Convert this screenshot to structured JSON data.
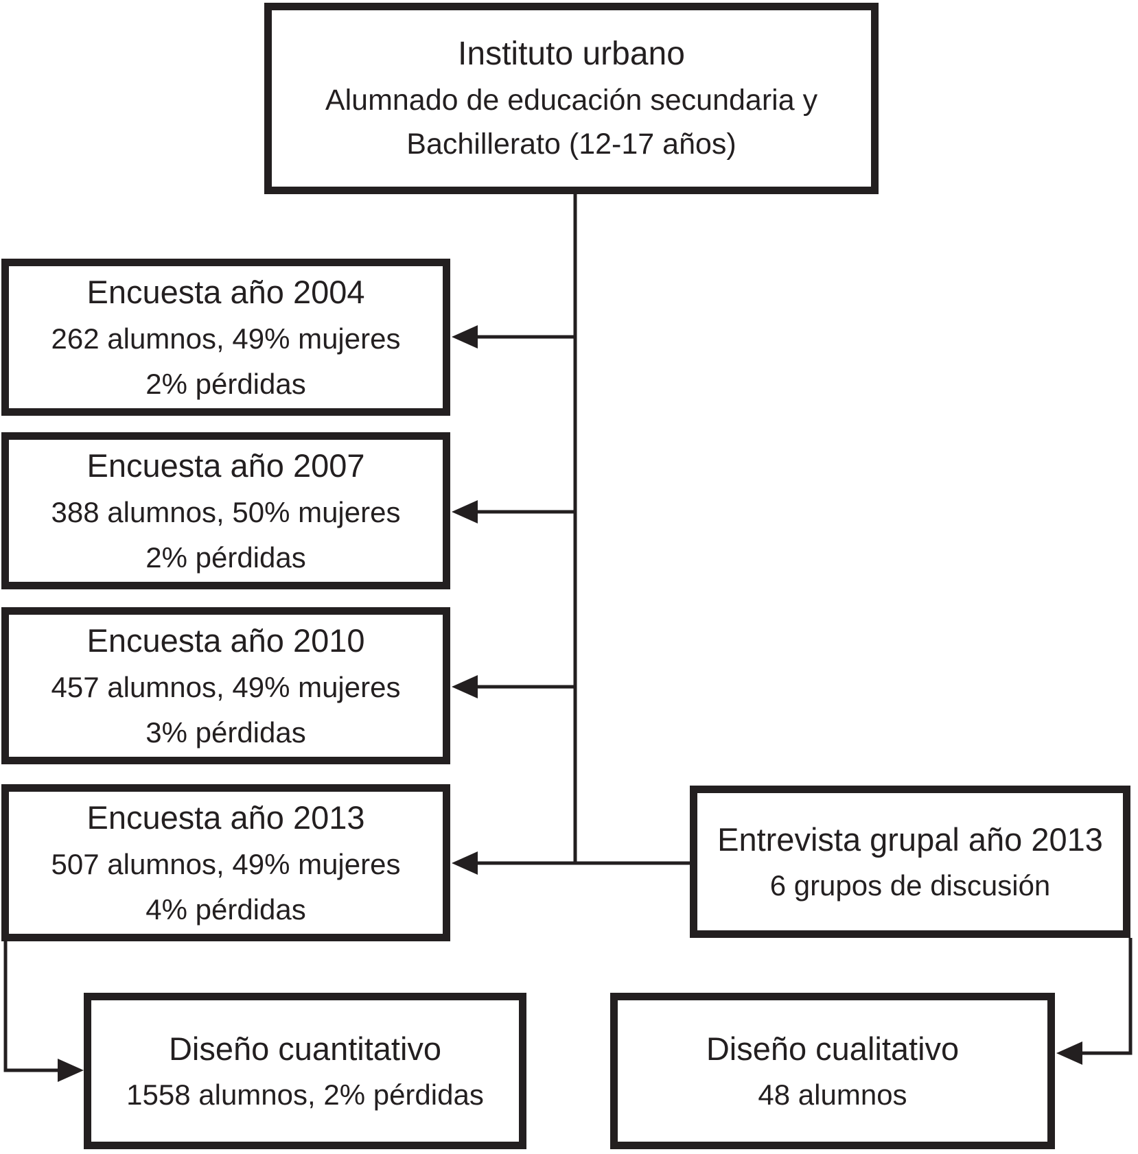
{
  "figure": {
    "background": "#ffffff",
    "ink": "#231f20",
    "root_box": {
      "title": "Instituto urbano",
      "subtitle_line1": "Alumnado de educación secundaria y",
      "subtitle_line2": "Bachillerato (12-17 años)"
    },
    "surveys": [
      {
        "title": "Encuesta año 2004",
        "sample": "262 alumnos, 49% mujeres",
        "losses": "2% pérdidas"
      },
      {
        "title": "Encuesta año 2007",
        "sample": "388 alumnos, 50% mujeres",
        "losses": "2% pérdidas"
      },
      {
        "title": "Encuesta año 2010",
        "sample": "457 alumnos, 49% mujeres",
        "losses": "3% pérdidas"
      },
      {
        "title": "Encuesta año 2013",
        "sample": "507 alumnos, 49% mujeres",
        "losses": "4% pérdidas"
      }
    ],
    "group_interview_box": {
      "title": "Entrevista grupal año 2013",
      "detail": "6 grupos de discusión"
    },
    "quantitative_box": {
      "title": "Diseño cuantitativo",
      "detail": "1558 alumnos, 2% pérdidas"
    },
    "qualitative_box": {
      "title": "Diseño cualitativo",
      "detail": "48 alumnos"
    }
  }
}
